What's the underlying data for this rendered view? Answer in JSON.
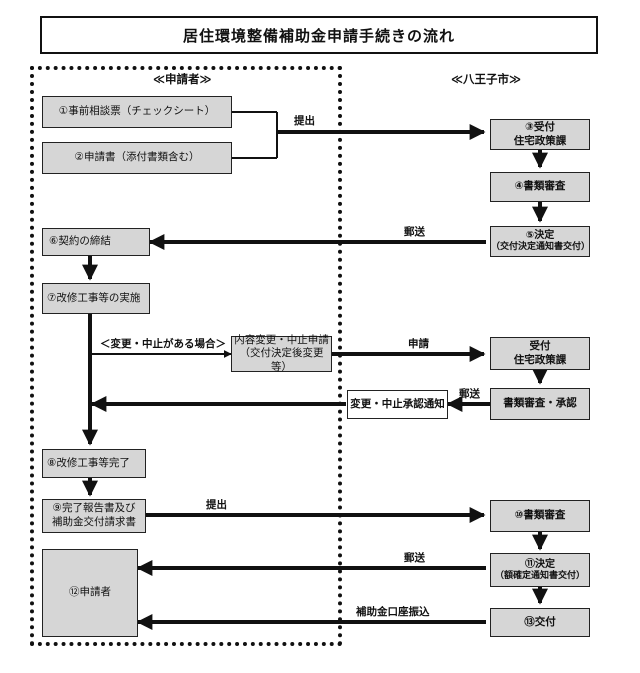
{
  "title": "居住環境整備補助金申請手続きの流れ",
  "headers": {
    "applicant": "≪申請者≫",
    "city": "≪八王子市≫"
  },
  "applicant_boxes": {
    "b1": "①事前相談票（チェックシート）",
    "b2": "②申請書（添付書類含む）",
    "b6": "⑥契約の締結",
    "b7": "⑦改修工事等の実施",
    "change_request_line1": "内容変更・中止申請",
    "change_request_line2": "（交付決定後変更等）",
    "approval_notice": "変更・中止承認通知",
    "b8": "⑧改修工事等完了",
    "b9_line1": "⑨完了報告書及び",
    "b9_line2": "補助金交付請求書",
    "b12": "⑫申請者"
  },
  "city_boxes": {
    "b3_line1": "③受付",
    "b3_line2": "住宅政策課",
    "b4": "④書類審査",
    "b5_line1": "⑤決定",
    "b5_line2": "（交付決定通知書交付）",
    "reception_line1": "受付",
    "reception_line2": "住宅政策課",
    "review_approval": "書類審査・承認",
    "b10": "⑩書類審査",
    "b11_line1": "⑪決定",
    "b11_line2": "（額確定通知書交付）",
    "b13": "⑬交付"
  },
  "labels": {
    "submit1": "提出",
    "mail1": "郵送",
    "change_case": "＜変更・中止がある場合＞",
    "apply": "申請",
    "mail2": "郵送",
    "submit2": "提出",
    "mail3": "郵送",
    "payment": "補助金口座振込"
  }
}
